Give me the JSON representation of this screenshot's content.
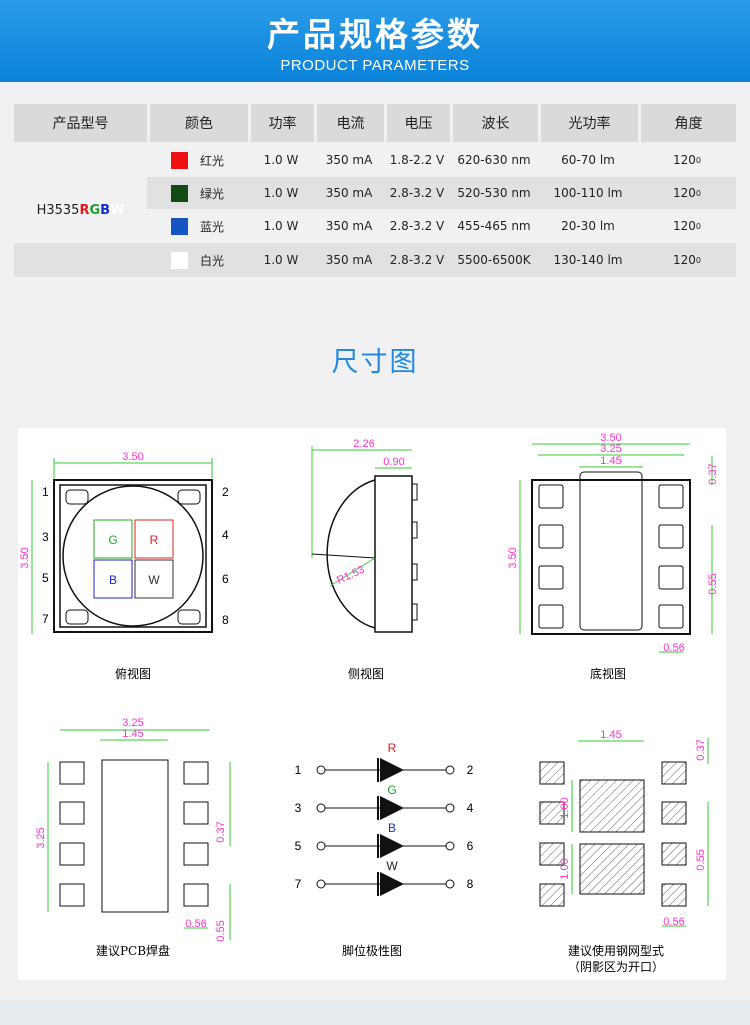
{
  "banner": {
    "title": "产品规格参数",
    "subtitle": "PRODUCT PARAMETERS"
  },
  "table": {
    "headers": [
      "产品型号",
      "颜色",
      "功率",
      "电流",
      "电压",
      "波长",
      "光功率",
      "角度"
    ],
    "model": {
      "prefix": "H3535",
      "letters": [
        "R",
        "G",
        "B",
        "W"
      ],
      "letter_colors": [
        "#e21a1a",
        "#1b9e2c",
        "#1430c8",
        "#ffffff"
      ]
    },
    "rows": [
      {
        "swatch": "#ee1111",
        "color": "红光",
        "power": "1.0 W",
        "current": "350 mA",
        "voltage": "1.8-2.2 V",
        "wavelength": "620-630 nm",
        "flux": "60-70 lm",
        "angle": "120",
        "angle_sup": "0"
      },
      {
        "swatch": "#124a14",
        "color": "绿光",
        "power": "1.0 W",
        "current": "350 mA",
        "voltage": "2.8-3.2 V",
        "wavelength": "520-530 nm",
        "flux": "100-110 lm",
        "angle": "120",
        "angle_sup": "0"
      },
      {
        "swatch": "#1654c4",
        "color": "蓝光",
        "power": "1.0 W",
        "current": "350 mA",
        "voltage": "2.8-3.2 V",
        "wavelength": "455-465 nm",
        "flux": "20-30 lm",
        "angle": "120",
        "angle_sup": "0"
      },
      {
        "swatch": "#ffffff",
        "color": "白光",
        "power": "1.0 W",
        "current": "350 mA",
        "voltage": "2.8-3.2 V",
        "wavelength": "5500-6500K",
        "flux": "130-140 lm",
        "angle": "120",
        "angle_sup": "0"
      }
    ]
  },
  "section": {
    "title": "尺寸图"
  },
  "drawings": {
    "top_view": {
      "caption": "俯视图",
      "dim_width": "3.50",
      "dim_height": "3.50",
      "pins": [
        "1",
        "2",
        "3",
        "4",
        "5",
        "6",
        "7",
        "8"
      ],
      "chips": [
        "G",
        "R",
        "B",
        "W"
      ]
    },
    "side_view": {
      "caption": "侧视图",
      "dim_total": "2.26",
      "dim_body": "0.90",
      "dim_radius": "R1.53"
    },
    "bottom_view": {
      "caption": "底视图",
      "dim_width": "3.50",
      "dim_inner": "3.25",
      "dim_center": "1.45",
      "dim_height": "3.50",
      "dim_pad_top": "0.37",
      "dim_pad_pitch": "0.55",
      "dim_pad_width": "0.56"
    },
    "pcb_pad": {
      "caption": "建议PCB焊盘",
      "dim_width": "3.25",
      "dim_center": "1.45",
      "dim_height": "3.25",
      "dim_pad_gap": "0.37",
      "dim_pad_width": "0.56",
      "dim_pad_pitch": "0.55"
    },
    "polarity": {
      "caption": "脚位极性图",
      "rows": [
        {
          "left": "1",
          "right": "2",
          "label": "R",
          "color": "#e01818"
        },
        {
          "left": "3",
          "right": "4",
          "label": "G",
          "color": "#1ea030"
        },
        {
          "left": "5",
          "right": "6",
          "label": "B",
          "color": "#1630c0"
        },
        {
          "left": "7",
          "right": "8",
          "label": "W",
          "color": "#222222"
        }
      ]
    },
    "stencil": {
      "caption": "建议使用钢网型式",
      "caption2": "（阴影区为开口）",
      "dim_center": "1.45",
      "dim_pad_top": "0.37",
      "dim_block1": "1.00",
      "dim_block2": "1.00",
      "dim_pad_pitch": "0.55",
      "dim_pad_width": "0.56"
    }
  },
  "colors": {
    "accent": "#0a83d9",
    "dimension": "#ff33cc",
    "dim_line": "#33cc33"
  }
}
